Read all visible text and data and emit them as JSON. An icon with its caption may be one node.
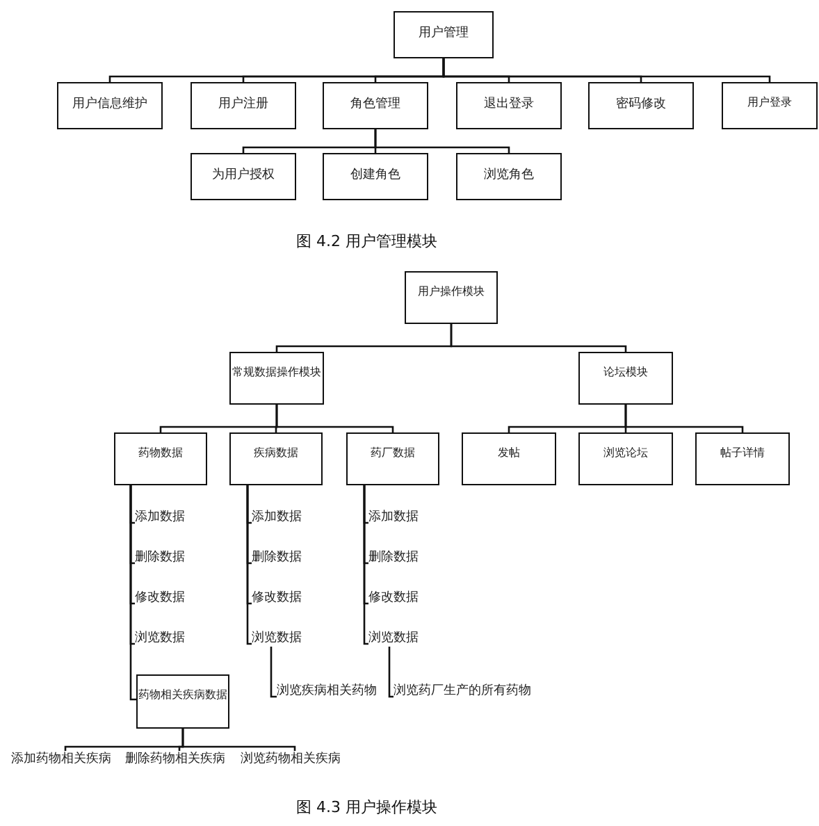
{
  "diagram": {
    "nodes": [
      {
        "text": [
          "用户管理"
        ]
      },
      {
        "text": [
          "用户信息维护"
        ]
      },
      {
        "text": [
          "用户注册"
        ]
      },
      {
        "text": [
          "角色管理"
        ]
      },
      {
        "text": [
          "退出登录"
        ]
      },
      {
        "text": [
          "密码修改"
        ]
      },
      {
        "text": [
          "用户登录"
        ]
      },
      {
        "text": [
          "为用户授权"
        ]
      },
      {
        "text": [
          "创建角色"
        ]
      },
      {
        "text": [
          "浏览角色"
        ]
      },
      {
        "text": [
          "用户操作模块"
        ]
      },
      {
        "text": [
          "常规数据操作模块"
        ]
      },
      {
        "text": [
          "论坛模块"
        ]
      },
      {
        "text": [
          "药物数据"
        ]
      },
      {
        "text": [
          "疾病数据"
        ]
      },
      {
        "text": [
          "药厂数据"
        ]
      },
      {
        "text": [
          "发帖"
        ]
      },
      {
        "text": [
          "浏览论坛"
        ]
      },
      {
        "text": [
          "帖子详情"
        ]
      },
      {
        "text": [
          "添加数据"
        ]
      },
      {
        "text": [
          "删除数据"
        ]
      },
      {
        "text": [
          "修改数据"
        ]
      },
      {
        "text": [
          "浏览数据"
        ]
      },
      {
        "text": [
          "药物相关疾病数据"
        ]
      },
      {
        "text": [
          "添加数据"
        ]
      },
      {
        "text": [
          "删除数据"
        ]
      },
      {
        "text": [
          "修改数据"
        ]
      },
      {
        "text": [
          "浏览数据"
        ]
      },
      {
        "text": [
          "浏览疾病相关药物"
        ]
      },
      {
        "text": [
          "添加数据"
        ]
      },
      {
        "text": [
          "删除数据"
        ]
      },
      {
        "text": [
          "修改数据"
        ]
      },
      {
        "text": [
          "浏览数据"
        ]
      },
      {
        "text": [
          "浏览药厂生产的所有药物"
        ]
      },
      {
        "text": [
          "添加药物相关疾病"
        ]
      },
      {
        "text": [
          "删除药物相关疾病"
        ]
      },
      {
        "text": [
          "浏览药物相关疾病"
        ]
      }
    ],
    "edges": [
      {
        "from": 0,
        "to": 1,
        "arrow": "none"
      },
      {
        "from": 0,
        "to": 2,
        "arrow": "none"
      },
      {
        "from": 0,
        "to": 3,
        "arrow": "none"
      },
      {
        "from": 0,
        "to": 4,
        "arrow": "none"
      },
      {
        "from": 0,
        "to": 5,
        "arrow": "none"
      },
      {
        "from": 0,
        "to": 6,
        "arrow": "none"
      },
      {
        "from": 3,
        "to": 7,
        "arrow": "none"
      },
      {
        "from": 3,
        "to": 8,
        "arrow": "none"
      },
      {
        "from": 3,
        "to": 9,
        "arrow": "none"
      },
      {
        "from": 10,
        "to": 11,
        "arrow": "none"
      },
      {
        "from": 10,
        "to": 12,
        "arrow": "none"
      },
      {
        "from": 11,
        "to": 13,
        "arrow": "none"
      },
      {
        "from": 11,
        "to": 14,
        "arrow": "none"
      },
      {
        "from": 11,
        "to": 15,
        "arrow": "none"
      },
      {
        "from": 12,
        "to": 16,
        "arrow": "none"
      },
      {
        "from": 12,
        "to": 17,
        "arrow": "none"
      },
      {
        "from": 12,
        "to": 18,
        "arrow": "none"
      },
      {
        "from": 13,
        "to": 19,
        "arrow": "none"
      },
      {
        "from": 13,
        "to": 20,
        "arrow": "none"
      },
      {
        "from": 13,
        "to": 21,
        "arrow": "none"
      },
      {
        "from": 13,
        "to": 22,
        "arrow": "none"
      },
      {
        "from": 13,
        "to": 23,
        "arrow": "none"
      },
      {
        "from": 14,
        "to": 24,
        "arrow": "none"
      },
      {
        "from": 14,
        "to": 25,
        "arrow": "none"
      },
      {
        "from": 14,
        "to": 26,
        "arrow": "none"
      },
      {
        "from": 14,
        "to": 27,
        "arrow": "none"
      },
      {
        "from": 27,
        "to": 28,
        "arrow": "none"
      },
      {
        "from": 15,
        "to": 29,
        "arrow": "none"
      },
      {
        "from": 15,
        "to": 30,
        "arrow": "none"
      },
      {
        "from": 15,
        "to": 31,
        "arrow": "none"
      },
      {
        "from": 15,
        "to": 32,
        "arrow": "none"
      },
      {
        "from": 32,
        "to": 33,
        "arrow": "none"
      },
      {
        "from": 23,
        "to": 34,
        "arrow": "none"
      },
      {
        "from": 23,
        "to": 35,
        "arrow": "none"
      },
      {
        "from": 23,
        "to": 36,
        "arrow": "none"
      }
    ],
    "labels": [
      "图 4.2  用户管理模块",
      "图 4.3  用户操作模块"
    ]
  }
}
